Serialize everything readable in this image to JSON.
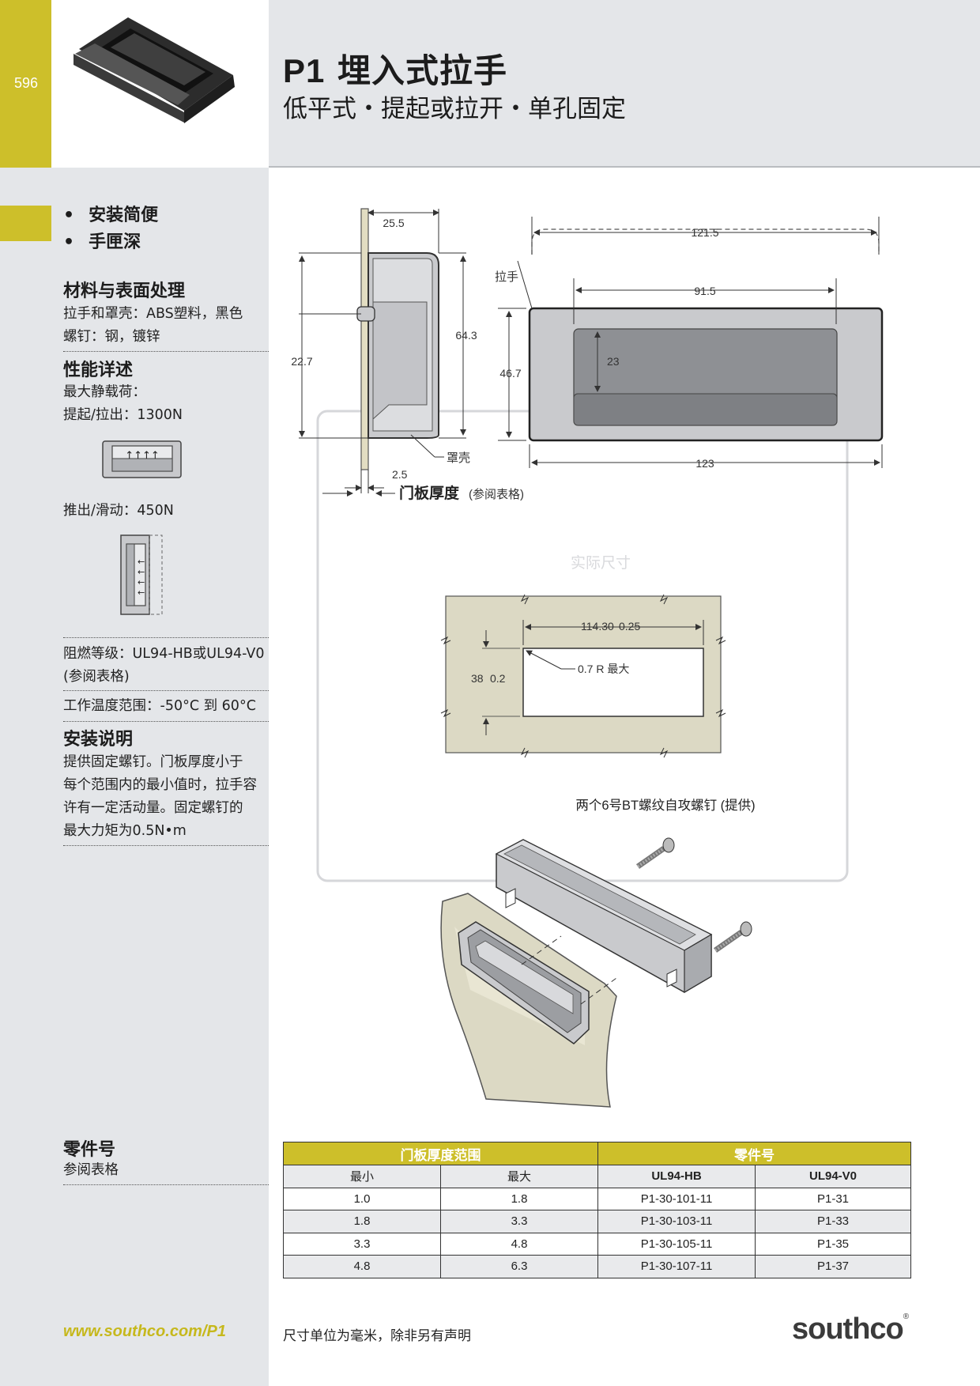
{
  "page_number": "596",
  "header": {
    "title_code": "P1",
    "title_text": "埋入式拉手",
    "subtitle": "低平式・提起或拉开・单孔固定"
  },
  "sidebar": {
    "bullets": [
      "安装简便",
      "手匣深"
    ],
    "materials_heading": "材料与表面处理",
    "materials_lines": [
      "拉手和罩壳：ABS塑料，黑色",
      "螺钉：钢，镀锌"
    ],
    "performance_heading": "性能详述",
    "max_load_label": "最大静载荷：",
    "lift_pull": "提起/拉出：1300N",
    "push_slide": "推出/滑动：450N",
    "flame_lines": [
      "阻燃等级：UL94-HB或UL94-V0",
      "(参阅表格)"
    ],
    "temp": "工作温度范围：-50°C 到 60°C",
    "install_heading": "安装说明",
    "install_lines": [
      "提供固定螺钉。门板厚度小于",
      "每个范围内的最小值时，拉手容",
      "许有一定活动量。固定螺钉的",
      "最大力矩为0.5N•m"
    ],
    "part_heading": "零件号",
    "part_note": "参阅表格"
  },
  "diagram": {
    "dim_25_5": "25.5",
    "dim_121_5": "121.5",
    "label_handle": "拉手",
    "dim_91_5": "91.5",
    "dim_64_3": "64.3",
    "dim_22_7": "22.7",
    "dim_46_7": "46.7",
    "dim_23": "23",
    "label_housing": "罩壳",
    "dim_123": "123",
    "dim_2_5": "2.5",
    "door_thickness": "门板厚度",
    "door_thickness_note": "(参阅表格)",
    "actual_size": "实际尺寸",
    "cutout_width": "114.30",
    "cutout_width_tol": "0.25",
    "cutout_radius": "0.7 R 最大",
    "cutout_height": "38",
    "cutout_height_tol": "0.2",
    "screws_note": "两个6号BT螺纹自攻螺钉 (提供)"
  },
  "table": {
    "group_headers": [
      "门板厚度范围",
      "零件号"
    ],
    "columns": [
      "最小",
      "最大",
      "UL94-HB",
      "UL94-V0"
    ],
    "rows": [
      [
        "1.0",
        "1.8",
        "P1-30-101-11",
        "P1-31"
      ],
      [
        "1.8",
        "3.3",
        "P1-30-103-11",
        "P1-33"
      ],
      [
        "3.3",
        "4.8",
        "P1-30-105-11",
        "P1-35"
      ],
      [
        "4.8",
        "6.3",
        "P1-30-107-11",
        "P1-37"
      ]
    ]
  },
  "footer": {
    "url": "www.southco.com/P1",
    "note": "尺寸单位为毫米，除非另有声明",
    "logo": "southco"
  }
}
